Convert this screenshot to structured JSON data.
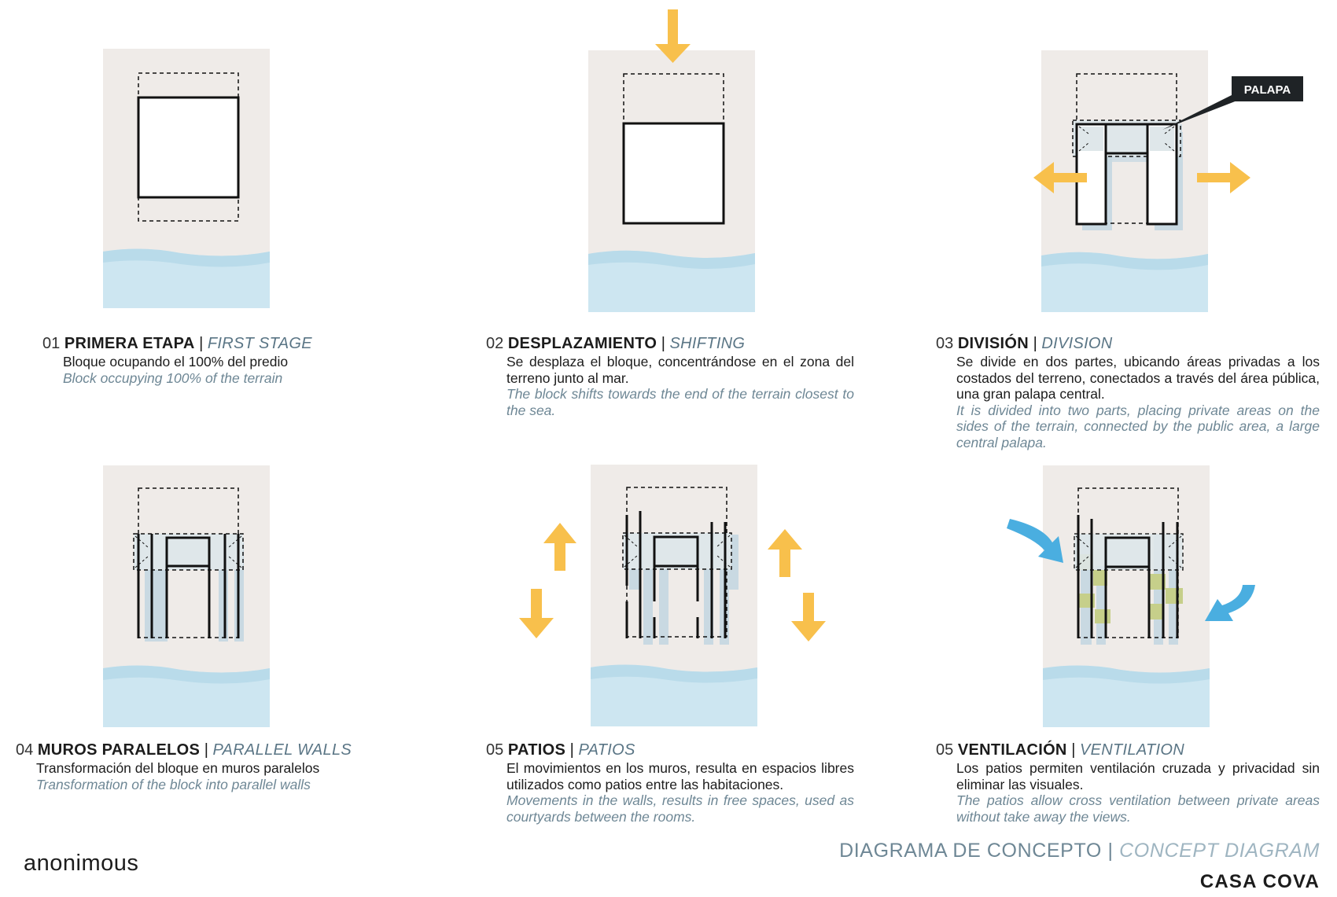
{
  "colors": {
    "terrain": "#efebe8",
    "sea": "#cde6f1",
    "sea_shore": "#b9dbea",
    "arrow": "#f8c04c",
    "vent_arrow": "#4aaee0",
    "patio": "#c6cf8a",
    "shade": "#c9d9e2",
    "line": "#111111",
    "label_bg": "#1f2326",
    "english": "#6e8795"
  },
  "palapa_label": "PALAPA",
  "stages": [
    {
      "num": "01",
      "title_es": "PRIMERA ETAPA",
      "sep": "|",
      "title_en": "FIRST STAGE",
      "desc_es": "Bloque ocupando el 100% del predio",
      "desc_en": "Block occupying 100% of the terrain"
    },
    {
      "num": "02",
      "title_es": "DESPLAZAMIENTO",
      "sep": "|",
      "title_en": "SHIFTING",
      "desc_es": "Se desplaza el bloque, concentrándose en el zona del terreno junto al mar.",
      "desc_en": "The block shifts towards the end of the terrain closest to the sea."
    },
    {
      "num": "03",
      "title_es": "DIVISIÓN",
      "sep": "|",
      "title_en": "DIVISION",
      "desc_es": "Se divide en dos partes, ubicando áreas privadas a los costados del terreno, conectados a través del área pública, una gran palapa central.",
      "desc_en": "It is divided into two parts, placing private areas on the sides of the terrain, connected by the public area, a large central palapa."
    },
    {
      "num": "04",
      "title_es": "MUROS PARALELOS",
      "sep": "|",
      "title_en": "PARALLEL WALLS",
      "desc_es": "Transformación del bloque en muros paralelos",
      "desc_en": "Transformation of the block into parallel walls"
    },
    {
      "num": "05",
      "title_es": "PATIOS",
      "sep": "|",
      "title_en": "PATIOS",
      "desc_es": "El movimientos en los muros, resulta en espacios libres utilizados como patios entre las habitaciones.",
      "desc_en": "Movements in the walls, results in free spaces, used as courtyards between the rooms."
    },
    {
      "num": "05",
      "title_es": "VENTILACIÓN",
      "sep": "|",
      "title_en": "VENTILATION",
      "desc_es": "Los patios permiten ventilación cruzada y privacidad sin eliminar las visuales.",
      "desc_en": "The patios allow cross ventilation between private areas without take away the views."
    }
  ],
  "footer": {
    "title_es": "DIAGRAMA DE CONCEPTO",
    "sep": "|",
    "title_en": "CONCEPT DIAGRAM",
    "project": "CASA COVA",
    "author": "anonimous"
  }
}
